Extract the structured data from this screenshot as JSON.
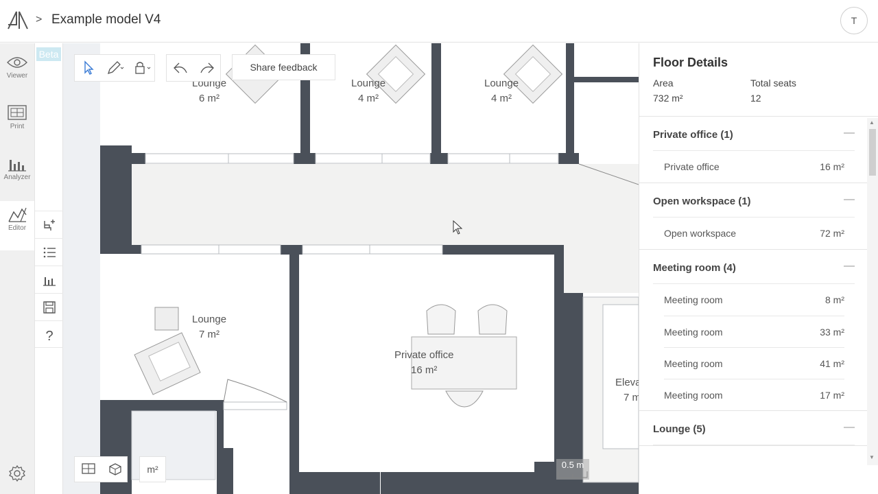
{
  "header": {
    "breadcrumb_separator": ">",
    "model_title": "Example model V4",
    "user_initial": "T"
  },
  "left_rail": {
    "items": [
      {
        "label": "Viewer",
        "icon": "eye-icon"
      },
      {
        "label": "Print",
        "icon": "print-icon"
      },
      {
        "label": "Analyzer",
        "icon": "analyzer-chart-icon"
      },
      {
        "label": "Editor",
        "icon": "editor-drafting-icon"
      }
    ]
  },
  "sub_rail": {
    "badge": "Beta",
    "tools": [
      "add-seat-icon",
      "list-icon",
      "bar-chart-icon",
      "save-icon",
      "help-icon"
    ],
    "help_glyph": "?"
  },
  "canvas_toolbar": {
    "feedback_label": "Share feedback"
  },
  "canvas_bottom": {
    "unit_label": "m²",
    "scale_label": "0.5 m"
  },
  "rooms": [
    {
      "name": "Lounge",
      "area": "6 m²"
    },
    {
      "name": "Lounge",
      "area": "4 m²"
    },
    {
      "name": "Lounge",
      "area": "4 m²"
    },
    {
      "name": "Lounge",
      "area": "7 m²"
    },
    {
      "name": "Private office",
      "area": "16 m²"
    },
    {
      "name": "Eleva",
      "area": "7 m"
    }
  ],
  "panel": {
    "title": "Floor Details",
    "area_label": "Area",
    "area_value": "732 m²",
    "seats_label": "Total seats",
    "seats_value": "12",
    "collapse_glyph": "—",
    "groups": [
      {
        "title": "Private office (1)",
        "rows": [
          {
            "name": "Private office",
            "area": "16 m²"
          }
        ]
      },
      {
        "title": "Open workspace (1)",
        "rows": [
          {
            "name": "Open workspace",
            "area": "72 m²"
          }
        ]
      },
      {
        "title": "Meeting room (4)",
        "rows": [
          {
            "name": "Meeting room",
            "area": "8 m²"
          },
          {
            "name": "Meeting room",
            "area": "33 m²"
          },
          {
            "name": "Meeting room",
            "area": "41 m²"
          },
          {
            "name": "Meeting room",
            "area": "17 m²"
          }
        ]
      },
      {
        "title": "Lounge (5)",
        "rows": []
      }
    ]
  },
  "colors": {
    "wall": "#4a5059",
    "floor": "#ffffff",
    "corridor": "#f2f2f1",
    "beta_badge": "#cde9f2"
  }
}
